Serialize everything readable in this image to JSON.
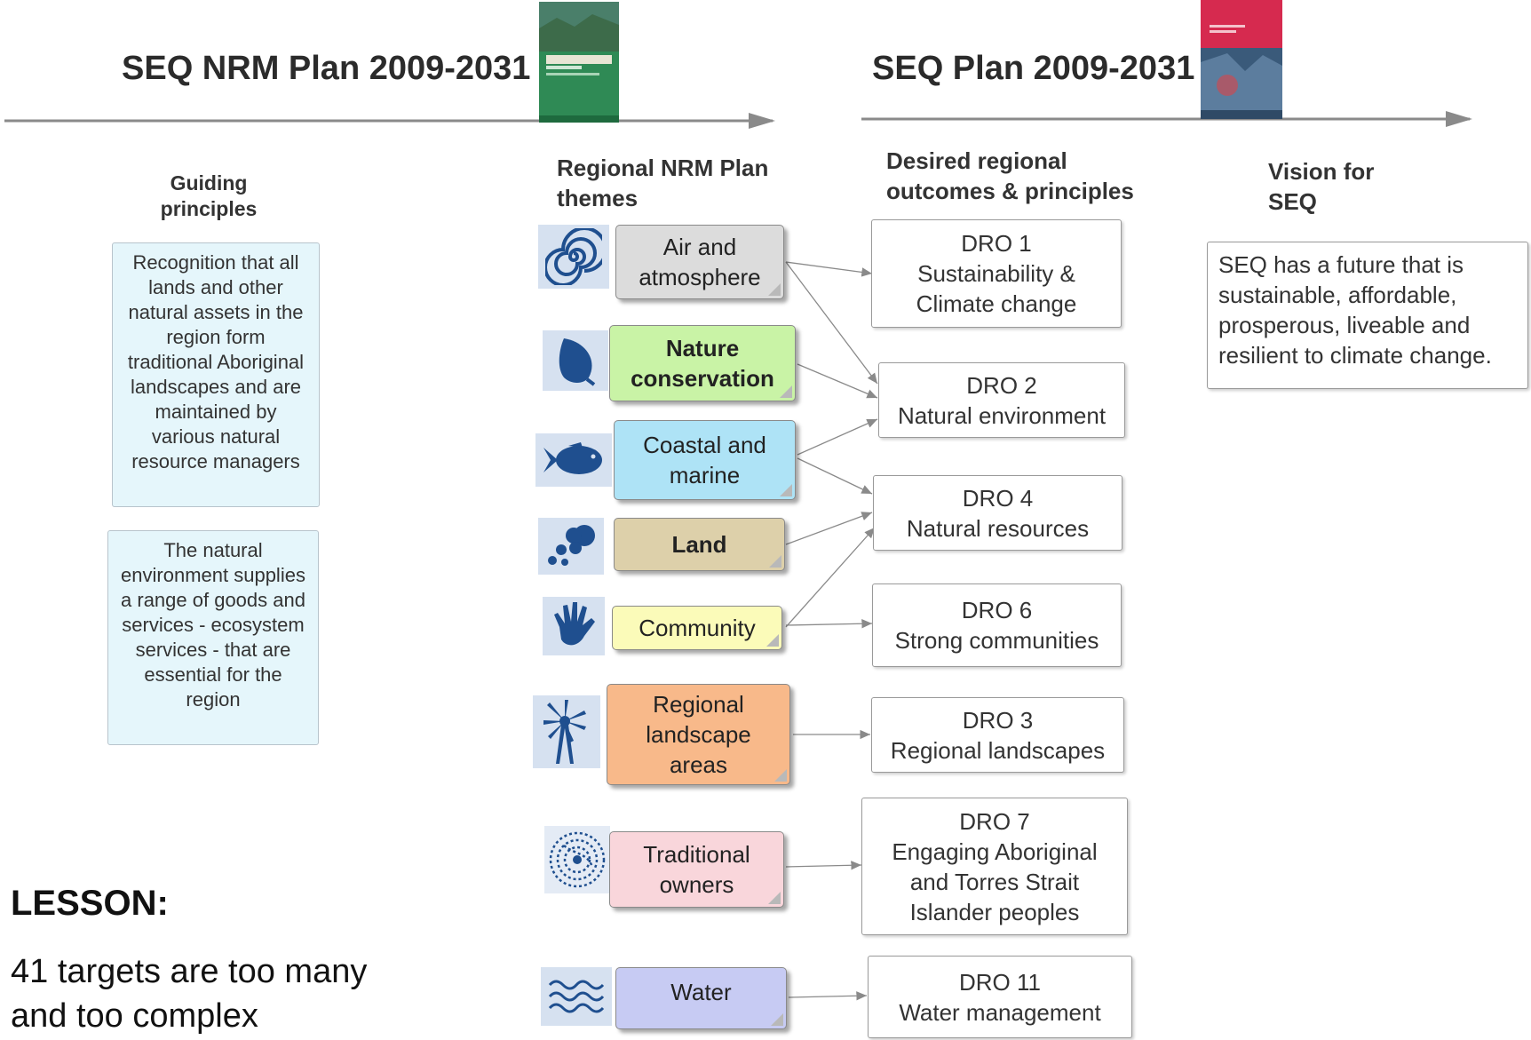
{
  "headers": {
    "left": "SEQ NRM Plan 2009-2031",
    "right": "SEQ Plan 2009-2031"
  },
  "columns": {
    "guiding_principles": "Guiding\nprinciples",
    "themes": "Regional NRM Plan\nthemes",
    "outcomes": "Desired regional\noutcomes & principles",
    "vision": "Vision for\nSEQ"
  },
  "principles": [
    "Recognition that all lands and other natural assets in the region form traditional Aboriginal landscapes and are maintained by various natural resource managers",
    "The natural environment supplies a range of goods and services - ecosystem services - that are essential for the region"
  ],
  "themes": [
    {
      "label": "Air and\natmosphere",
      "color": "#dcdcdc",
      "icon": "spiral-icon"
    },
    {
      "label": "Nature\nconservation",
      "color": "#c9f3a6",
      "icon": "leaf-icon"
    },
    {
      "label": "Coastal and\nmarine",
      "color": "#aee3f6",
      "icon": "fish-icon"
    },
    {
      "label": "Land",
      "color": "#ddd0aa",
      "icon": "land-icon"
    },
    {
      "label": "Community",
      "color": "#fbfbb9",
      "icon": "hand-icon"
    },
    {
      "label": "Regional\nlandscape\nareas",
      "color": "#f8b98a",
      "icon": "windmill-icon"
    },
    {
      "label": "Traditional\nowners",
      "color": "#f9d6db",
      "icon": "aboriginal-art-icon"
    },
    {
      "label": "Water",
      "color": "#c7cbf3",
      "icon": "waves-icon"
    }
  ],
  "outcomes": [
    {
      "code": "DRO 1",
      "text": "Sustainability &\nClimate change"
    },
    {
      "code": "DRO 2",
      "text": "Natural environment"
    },
    {
      "code": "DRO 4",
      "text": "Natural resources"
    },
    {
      "code": "DRO 6",
      "text": "Strong communities"
    },
    {
      "code": "DRO 3",
      "text": "Regional landscapes"
    },
    {
      "code": "DRO 7",
      "text": "Engaging Aboriginal\nand Torres Strait\nIslander peoples"
    },
    {
      "code": "DRO 11",
      "text": "Water management"
    }
  ],
  "vision": "SEQ has a future that is sustainable, affordable, prosperous, liveable and resilient to climate change.",
  "lesson": {
    "title": "LESSON:",
    "text": "41 targets are too many\nand too complex"
  },
  "colors": {
    "icon_blue": "#1f4f8f",
    "icon_bg": "#d6e1f0",
    "principle_bg": "#e5f6fb"
  }
}
